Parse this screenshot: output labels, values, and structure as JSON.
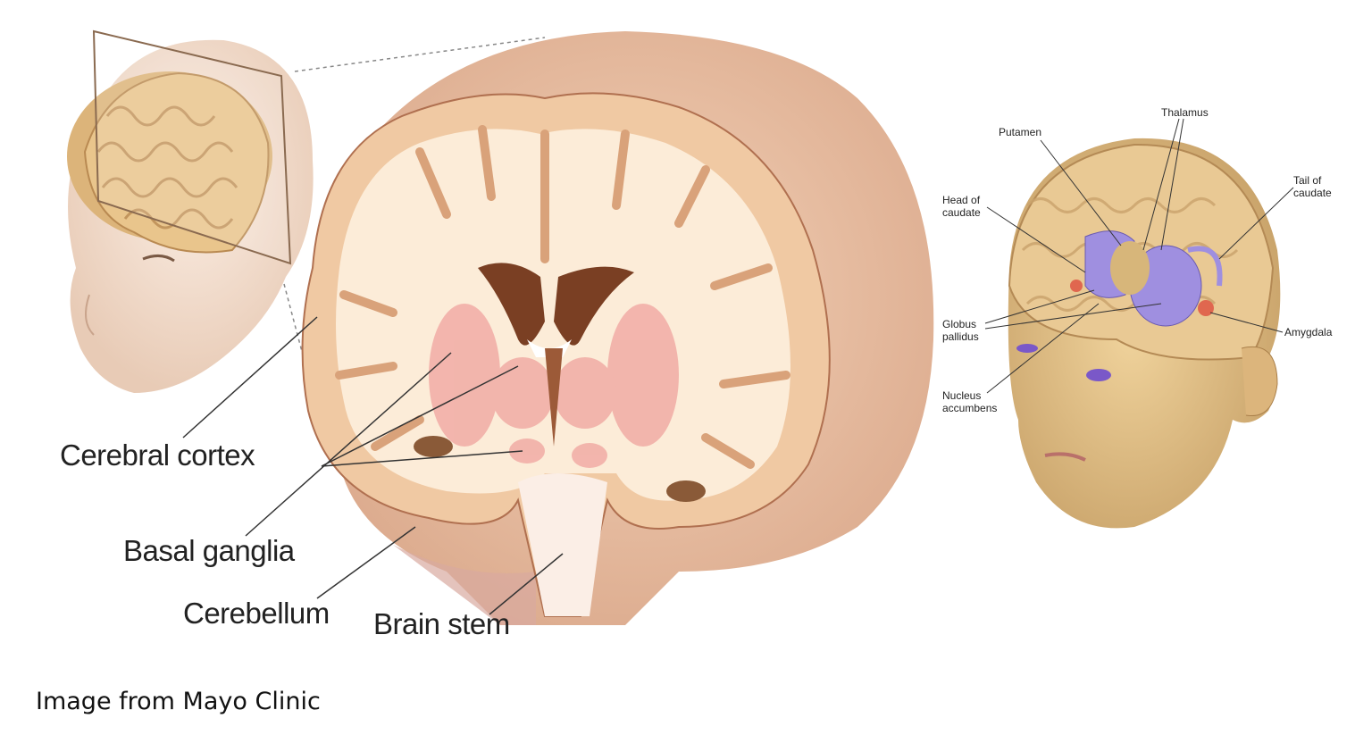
{
  "left_figure": {
    "labels": {
      "cerebral_cortex": "Cerebral cortex",
      "basal_ganglia": "Basal ganglia",
      "cerebellum": "Cerebellum",
      "brain_stem": "Brain stem"
    }
  },
  "right_figure": {
    "labels": {
      "thalamus": "Thalamus",
      "putamen": "Putamen",
      "head_of_caudate_1": "Head of",
      "head_of_caudate_2": "caudate",
      "tail_of_caudate_1": "Tail of",
      "tail_of_caudate_2": "caudate",
      "globus_pallidus_1": "Globus",
      "globus_pallidus_2": "pallidus",
      "amygdala": "Amygdala",
      "nucleus_accumbens_1": "Nucleus",
      "nucleus_accumbens_2": "accumbens"
    }
  },
  "caption": "Image from Mayo Clinic",
  "colors": {
    "white_matter": "#fcecd8",
    "gray_matter": "#f0c9a3",
    "ventricle": "#7a3f23",
    "basal_ganglia": "#f0a8a2",
    "skin": "#f2dccb",
    "head_right": "#e6c48a",
    "purple": "#9f8fe0"
  }
}
